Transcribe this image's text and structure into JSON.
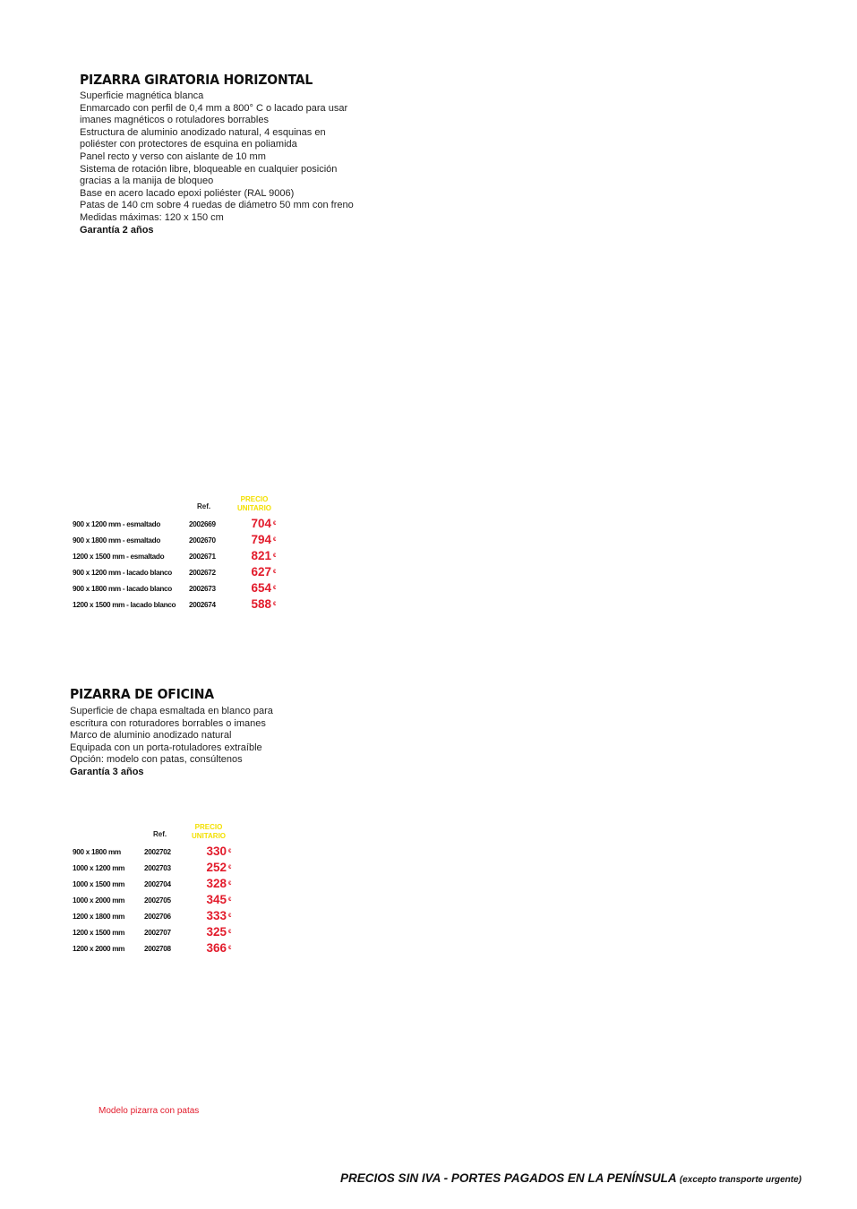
{
  "product1": {
    "title": "PIZARRA GIRATORIA HORIZONTAL",
    "description": [
      "Superficie magnética blanca",
      "Enmarcado con perfil de 0,4 mm a 800° C o lacado para usar",
      "imanes magnéticos o rotuladores borrables",
      "Estructura de aluminio anodizado natural, 4 esquinas en",
      "poliéster con protectores de esquina en poliamida",
      "Panel recto y verso con aislante de 10 mm",
      "Sistema de rotación libre, bloqueable en cualquier posición",
      "gracias a la manija de bloqueo",
      "Base en acero lacado epoxi poliéster (RAL 9006)",
      "Patas de 140 cm sobre 4 ruedas de diámetro 50 mm con freno",
      "Medidas máximas: 120 x 150 cm"
    ],
    "guarantee": "Garantía 2 años",
    "table": {
      "ref_header": "Ref.",
      "price_header_1": "PRECIO",
      "price_header_2": "UNITARIO",
      "rows": [
        {
          "dim": "900 x 1200 mm - esmaltado",
          "ref": "2002669",
          "price": "704",
          "currency": "€"
        },
        {
          "dim": "900 x 1800 mm - esmaltado",
          "ref": "2002670",
          "price": "794",
          "currency": "€"
        },
        {
          "dim": "1200 x 1500 mm - esmaltado",
          "ref": "2002671",
          "price": "821",
          "currency": "€"
        },
        {
          "dim": "900 x 1200 mm - lacado blanco",
          "ref": "2002672",
          "price": "627",
          "currency": "€"
        },
        {
          "dim": "900 x 1800 mm - lacado blanco",
          "ref": "2002673",
          "price": "654",
          "currency": "€"
        },
        {
          "dim": "1200 x 1500 mm - lacado blanco",
          "ref": "2002674",
          "price": "588",
          "currency": "€"
        }
      ]
    }
  },
  "product2": {
    "title": "PIZARRA DE OFICINA",
    "description": [
      "Superficie de chapa esmaltada en blanco para",
      "escritura con roturadores borrables o imanes",
      "Marco de aluminio anodizado natural",
      "Equipada con un porta-rotuladores extraíble",
      "Opción: modelo con patas, consúltenos"
    ],
    "guarantee": "Garantía 3 años",
    "table": {
      "ref_header": "Ref.",
      "price_header_1": "PRECIO",
      "price_header_2": "UNITARIO",
      "rows": [
        {
          "dim": "900 x 1800 mm",
          "ref": "2002702",
          "price": "330",
          "currency": "€"
        },
        {
          "dim": "1000 x 1200 mm",
          "ref": "2002703",
          "price": "252",
          "currency": "€"
        },
        {
          "dim": "1000 x 1500 mm",
          "ref": "2002704",
          "price": "328",
          "currency": "€"
        },
        {
          "dim": "1000 x 2000 mm",
          "ref": "2002705",
          "price": "345",
          "currency": "€"
        },
        {
          "dim": "1200 x 1800 mm",
          "ref": "2002706",
          "price": "333",
          "currency": "€"
        },
        {
          "dim": "1200 x 1500 mm",
          "ref": "2002707",
          "price": "325",
          "currency": "€"
        },
        {
          "dim": "1200 x 2000 mm",
          "ref": "2002708",
          "price": "366",
          "currency": "€"
        }
      ]
    }
  },
  "caption": "Modelo pizarra con patas",
  "footer": {
    "main": "PRECIOS SIN IVA - PORTES PAGADOS EN LA PENÍNSULA",
    "note": "(excepto transporte urgente)"
  },
  "colors": {
    "price_red": "#e21b2b",
    "header_yellow": "#f3e000"
  }
}
